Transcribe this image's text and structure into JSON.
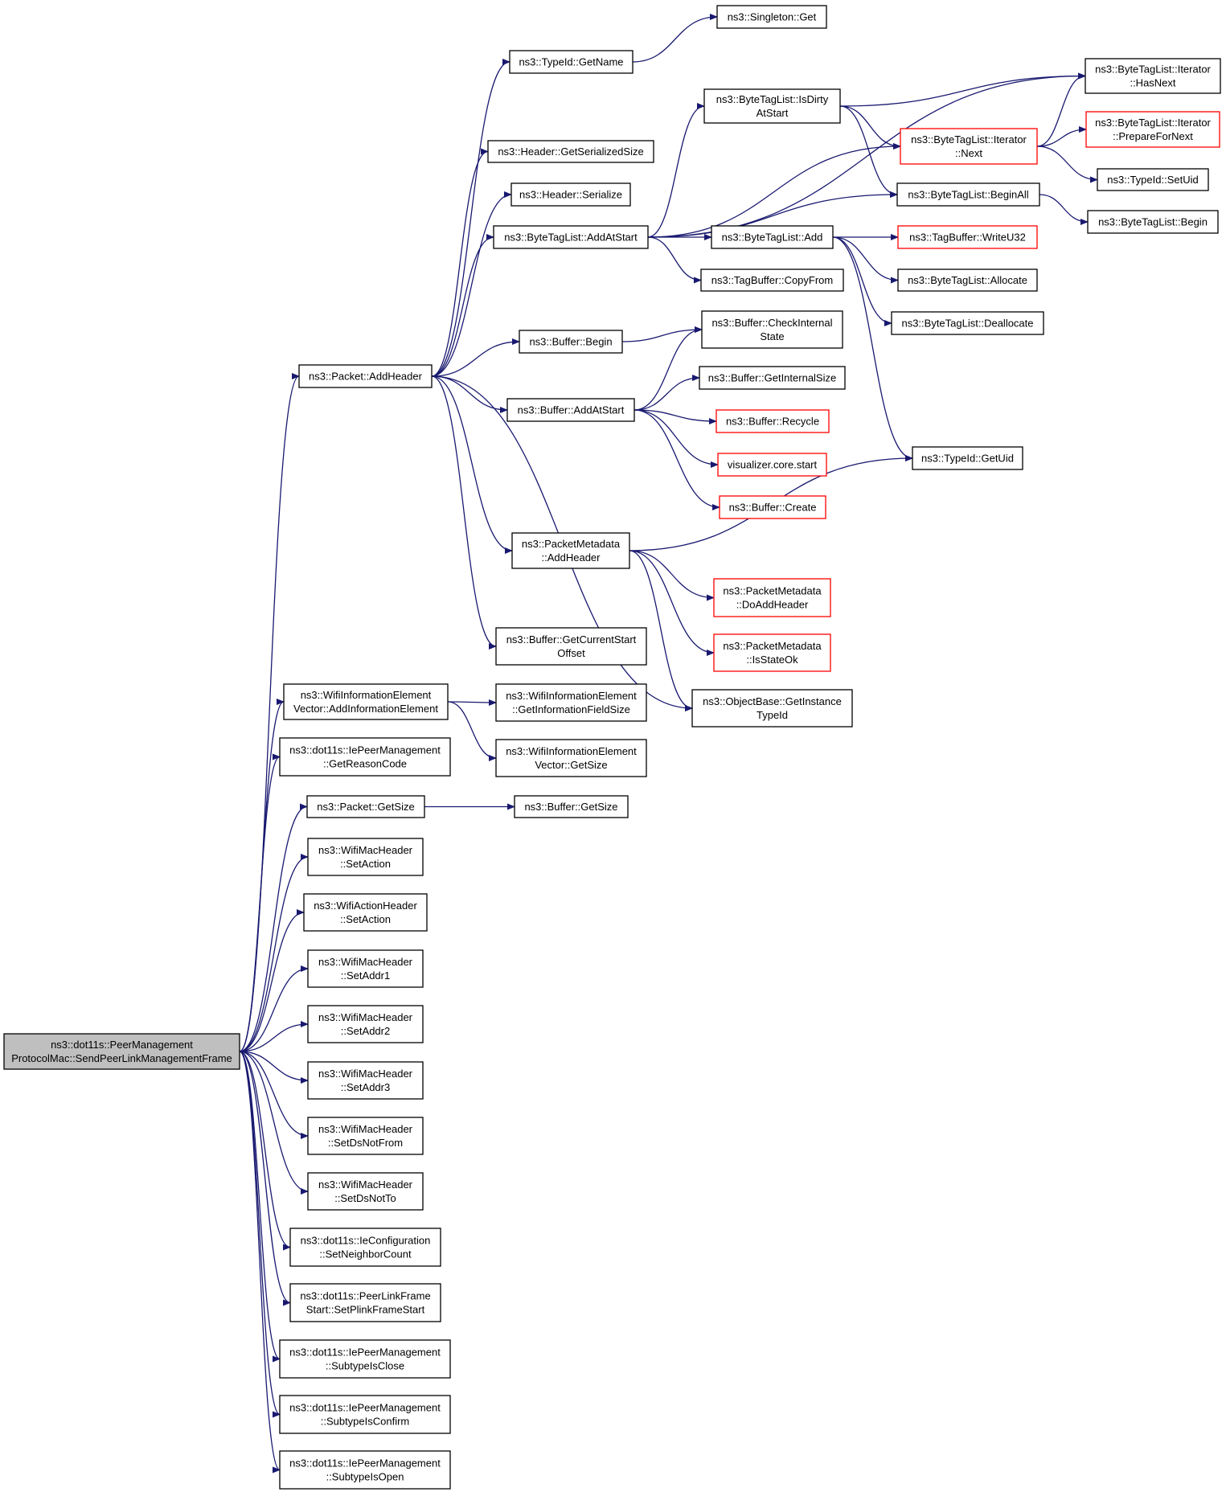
{
  "graph": {
    "colors": {
      "edge": "#191970",
      "border": "#000000",
      "missing_border": "#ff0000",
      "focus_fill": "#bfbfbf",
      "background": "#ffffff"
    },
    "nodes": [
      {
        "id": "root",
        "lines": [
          "ns3::dot11s::PeerManagement",
          "ProtocolMac::SendPeerLinkManagementFrame"
        ],
        "style": "focus"
      },
      {
        "id": "packet_addheader",
        "lines": [
          "ns3::Packet::AddHeader"
        ]
      },
      {
        "id": "wifiie_add",
        "lines": [
          "ns3::WifiInformationElement",
          "Vector::AddInformationElement"
        ]
      },
      {
        "id": "iepm_reason",
        "lines": [
          "ns3::dot11s::IePeerManagement",
          "::GetReasonCode"
        ]
      },
      {
        "id": "packet_getsize",
        "lines": [
          "ns3::Packet::GetSize"
        ]
      },
      {
        "id": "wmh_setaction",
        "lines": [
          "ns3::WifiMacHeader",
          "::SetAction"
        ]
      },
      {
        "id": "wah_setaction",
        "lines": [
          "ns3::WifiActionHeader",
          "::SetAction"
        ]
      },
      {
        "id": "wmh_addr1",
        "lines": [
          "ns3::WifiMacHeader",
          "::SetAddr1"
        ]
      },
      {
        "id": "wmh_addr2",
        "lines": [
          "ns3::WifiMacHeader",
          "::SetAddr2"
        ]
      },
      {
        "id": "wmh_addr3",
        "lines": [
          "ns3::WifiMacHeader",
          "::SetAddr3"
        ]
      },
      {
        "id": "wmh_dsnotfrom",
        "lines": [
          "ns3::WifiMacHeader",
          "::SetDsNotFrom"
        ]
      },
      {
        "id": "wmh_dsnotto",
        "lines": [
          "ns3::WifiMacHeader",
          "::SetDsNotTo"
        ]
      },
      {
        "id": "iecfg_neighbor",
        "lines": [
          "ns3::dot11s::IeConfiguration",
          "::SetNeighborCount"
        ]
      },
      {
        "id": "plfs_set",
        "lines": [
          "ns3::dot11s::PeerLinkFrame",
          "Start::SetPlinkFrameStart"
        ]
      },
      {
        "id": "iepm_close",
        "lines": [
          "ns3::dot11s::IePeerManagement",
          "::SubtypeIsClose"
        ]
      },
      {
        "id": "iepm_confirm",
        "lines": [
          "ns3::dot11s::IePeerManagement",
          "::SubtypeIsConfirm"
        ]
      },
      {
        "id": "iepm_open",
        "lines": [
          "ns3::dot11s::IePeerManagement",
          "::SubtypeIsOpen"
        ]
      },
      {
        "id": "typeid_getname",
        "lines": [
          "ns3::TypeId::GetName"
        ]
      },
      {
        "id": "header_getsersize",
        "lines": [
          "ns3::Header::GetSerializedSize"
        ]
      },
      {
        "id": "header_serialize",
        "lines": [
          "ns3::Header::Serialize"
        ]
      },
      {
        "id": "btl_addatstart",
        "lines": [
          "ns3::ByteTagList::AddAtStart"
        ]
      },
      {
        "id": "buffer_begin",
        "lines": [
          "ns3::Buffer::Begin"
        ]
      },
      {
        "id": "buffer_addatstart",
        "lines": [
          "ns3::Buffer::AddAtStart"
        ]
      },
      {
        "id": "pm_addheader",
        "lines": [
          "ns3::PacketMetadata",
          "::AddHeader"
        ]
      },
      {
        "id": "buffer_getcurstart",
        "lines": [
          "ns3::Buffer::GetCurrentStart",
          "Offset"
        ]
      },
      {
        "id": "wifiie_getinfosize",
        "lines": [
          "ns3::WifiInformationElement",
          "::GetInformationFieldSize"
        ]
      },
      {
        "id": "wifiie_getsize",
        "lines": [
          "ns3::WifiInformationElement",
          "Vector::GetSize"
        ]
      },
      {
        "id": "buffer_getsize",
        "lines": [
          "ns3::Buffer::GetSize"
        ]
      },
      {
        "id": "singleton_get",
        "lines": [
          "ns3::Singleton::Get"
        ]
      },
      {
        "id": "btl_isdirty",
        "lines": [
          "ns3::ByteTagList::IsDirty",
          "AtStart"
        ]
      },
      {
        "id": "btl_add",
        "lines": [
          "ns3::ByteTagList::Add"
        ]
      },
      {
        "id": "tagbuffer_copyfrom",
        "lines": [
          "ns3::TagBuffer::CopyFrom"
        ]
      },
      {
        "id": "buffer_checkinternal",
        "lines": [
          "ns3::Buffer::CheckInternal",
          "State"
        ]
      },
      {
        "id": "buffer_getinternalsize",
        "lines": [
          "ns3::Buffer::GetInternalSize"
        ]
      },
      {
        "id": "buffer_recycle",
        "lines": [
          "ns3::Buffer::Recycle"
        ],
        "style": "red"
      },
      {
        "id": "viz_start",
        "lines": [
          "visualizer.core.start"
        ],
        "style": "red"
      },
      {
        "id": "buffer_create",
        "lines": [
          "ns3::Buffer::Create"
        ],
        "style": "red"
      },
      {
        "id": "pm_doaddheader",
        "lines": [
          "ns3::PacketMetadata",
          "::DoAddHeader"
        ],
        "style": "red"
      },
      {
        "id": "pm_isstateok",
        "lines": [
          "ns3::PacketMetadata",
          "::IsStateOk"
        ],
        "style": "red"
      },
      {
        "id": "objbase_getinstance",
        "lines": [
          "ns3::ObjectBase::GetInstance",
          "TypeId"
        ]
      },
      {
        "id": "btl_iter_next",
        "lines": [
          "ns3::ByteTagList::Iterator",
          "::Next"
        ],
        "style": "red"
      },
      {
        "id": "btl_beginall",
        "lines": [
          "ns3::ByteTagList::BeginAll"
        ]
      },
      {
        "id": "tagbuffer_writeu32",
        "lines": [
          "ns3::TagBuffer::WriteU32"
        ],
        "style": "red"
      },
      {
        "id": "btl_allocate",
        "lines": [
          "ns3::ByteTagList::Allocate"
        ]
      },
      {
        "id": "btl_deallocate",
        "lines": [
          "ns3::ByteTagList::Deallocate"
        ]
      },
      {
        "id": "typeid_getuid",
        "lines": [
          "ns3::TypeId::GetUid"
        ]
      },
      {
        "id": "btl_iter_hasnext",
        "lines": [
          "ns3::ByteTagList::Iterator",
          "::HasNext"
        ]
      },
      {
        "id": "btl_iter_prepare",
        "lines": [
          "ns3::ByteTagList::Iterator",
          "::PrepareForNext"
        ],
        "style": "red"
      },
      {
        "id": "typeid_setuid",
        "lines": [
          "ns3::TypeId::SetUid"
        ]
      },
      {
        "id": "btl_begin",
        "lines": [
          "ns3::ByteTagList::Begin"
        ]
      }
    ],
    "edges": [
      [
        "root",
        "packet_addheader"
      ],
      [
        "root",
        "wifiie_add"
      ],
      [
        "root",
        "iepm_reason"
      ],
      [
        "root",
        "packet_getsize"
      ],
      [
        "root",
        "wmh_setaction"
      ],
      [
        "root",
        "wah_setaction"
      ],
      [
        "root",
        "wmh_addr1"
      ],
      [
        "root",
        "wmh_addr2"
      ],
      [
        "root",
        "wmh_addr3"
      ],
      [
        "root",
        "wmh_dsnotfrom"
      ],
      [
        "root",
        "wmh_dsnotto"
      ],
      [
        "root",
        "iecfg_neighbor"
      ],
      [
        "root",
        "plfs_set"
      ],
      [
        "root",
        "iepm_close"
      ],
      [
        "root",
        "iepm_confirm"
      ],
      [
        "root",
        "iepm_open"
      ],
      [
        "packet_addheader",
        "typeid_getname"
      ],
      [
        "packet_addheader",
        "header_getsersize"
      ],
      [
        "packet_addheader",
        "header_serialize"
      ],
      [
        "packet_addheader",
        "btl_addatstart"
      ],
      [
        "packet_addheader",
        "buffer_begin"
      ],
      [
        "packet_addheader",
        "buffer_addatstart"
      ],
      [
        "packet_addheader",
        "pm_addheader"
      ],
      [
        "packet_addheader",
        "buffer_getcurstart"
      ],
      [
        "packet_addheader",
        "objbase_getinstance"
      ],
      [
        "wifiie_add",
        "wifiie_getinfosize"
      ],
      [
        "wifiie_add",
        "wifiie_getsize"
      ],
      [
        "packet_getsize",
        "buffer_getsize"
      ],
      [
        "typeid_getname",
        "singleton_get"
      ],
      [
        "btl_addatstart",
        "btl_iter_hasnext"
      ],
      [
        "btl_addatstart",
        "btl_isdirty"
      ],
      [
        "btl_addatstart",
        "btl_iter_next"
      ],
      [
        "btl_addatstart",
        "btl_beginall"
      ],
      [
        "btl_addatstart",
        "btl_add"
      ],
      [
        "btl_addatstart",
        "tagbuffer_copyfrom"
      ],
      [
        "btl_isdirty",
        "btl_iter_hasnext"
      ],
      [
        "btl_isdirty",
        "btl_iter_next"
      ],
      [
        "btl_isdirty",
        "btl_beginall"
      ],
      [
        "btl_iter_next",
        "btl_iter_hasnext"
      ],
      [
        "btl_iter_next",
        "btl_iter_prepare"
      ],
      [
        "btl_iter_next",
        "typeid_setuid"
      ],
      [
        "btl_beginall",
        "btl_begin"
      ],
      [
        "btl_add",
        "tagbuffer_writeu32"
      ],
      [
        "btl_add",
        "btl_allocate"
      ],
      [
        "btl_add",
        "btl_deallocate"
      ],
      [
        "btl_add",
        "typeid_getuid"
      ],
      [
        "buffer_begin",
        "buffer_checkinternal"
      ],
      [
        "buffer_addatstart",
        "buffer_checkinternal"
      ],
      [
        "buffer_addatstart",
        "buffer_getinternalsize"
      ],
      [
        "buffer_addatstart",
        "buffer_recycle"
      ],
      [
        "buffer_addatstart",
        "viz_start"
      ],
      [
        "buffer_addatstart",
        "buffer_create"
      ],
      [
        "pm_addheader",
        "typeid_getuid"
      ],
      [
        "pm_addheader",
        "pm_doaddheader"
      ],
      [
        "pm_addheader",
        "pm_isstateok"
      ],
      [
        "pm_addheader",
        "objbase_getinstance"
      ]
    ]
  }
}
